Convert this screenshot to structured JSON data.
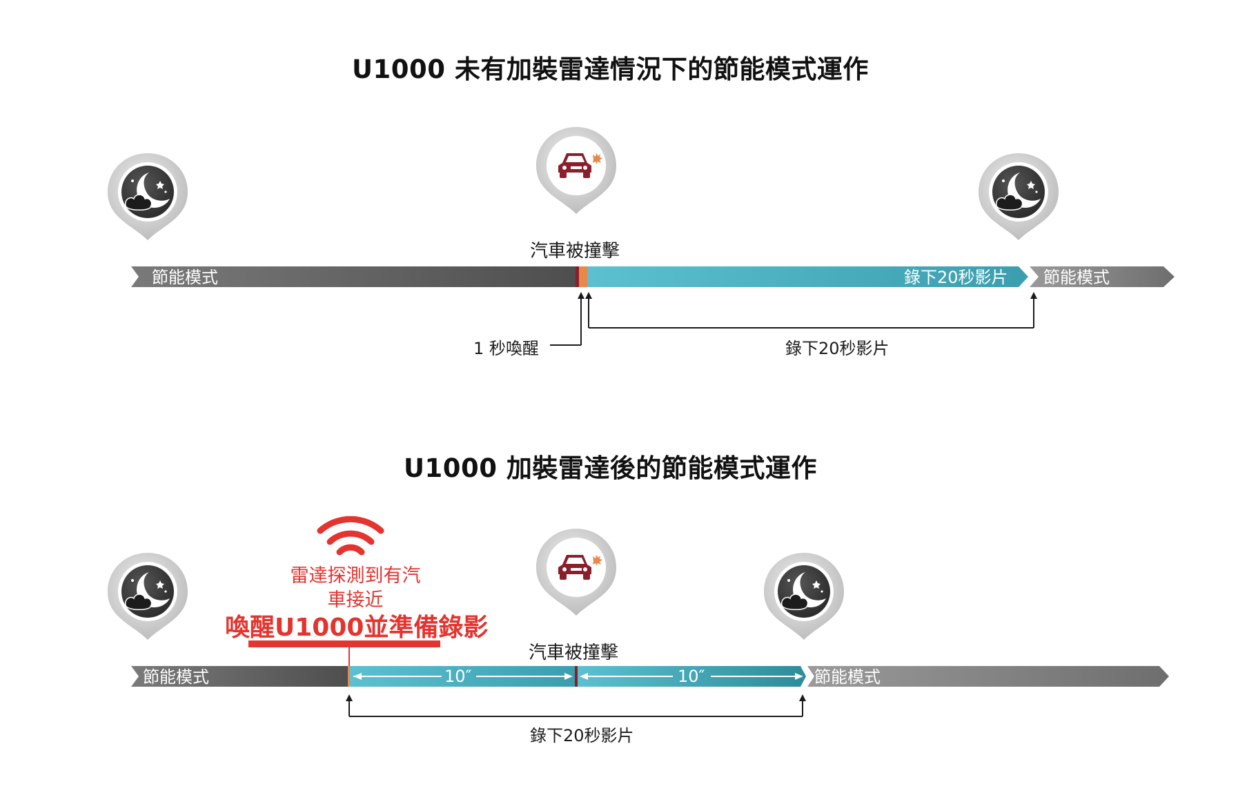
{
  "diagram_top": {
    "title": "U1000 未有加裝雷達情況下的節能模式運作",
    "left_mode_label": "節能模式",
    "event_label": "汽車被撞擊",
    "recording_bar_label": "錄下20秒影片",
    "right_mode_label": "節能模式",
    "wake_label": "1 秒喚醒",
    "record_bracket_label": "錄下20秒影片",
    "icons": [
      "moon-night-icon",
      "car-crash-icon",
      "moon-night-icon"
    ]
  },
  "diagram_bottom": {
    "title": "U1000 加裝雷達後的節能模式運作",
    "radar_text_line1": "雷達探測到有汽",
    "radar_text_line2": "車接近",
    "radar_highlight": "喚醒U1000並準備錄影",
    "left_mode_label": "節能模式",
    "event_label": "汽車被撞擊",
    "segment1_label": "10″",
    "segment2_label": "10″",
    "right_mode_label": "節能模式",
    "record_bracket_label": "錄下20秒影片",
    "icons": [
      "moon-night-icon",
      "wifi-signal-icon",
      "car-crash-icon",
      "moon-night-icon"
    ]
  },
  "colors": {
    "sleep_dark": "#555555",
    "sleep_light": "#9a9a9a",
    "record_teal": "#4fb3c4",
    "record_teal_dark": "#2e8f9c",
    "wake_orange": "#e8894a",
    "crash_red": "#8b1e2b",
    "radar_red": "#e3342f"
  }
}
